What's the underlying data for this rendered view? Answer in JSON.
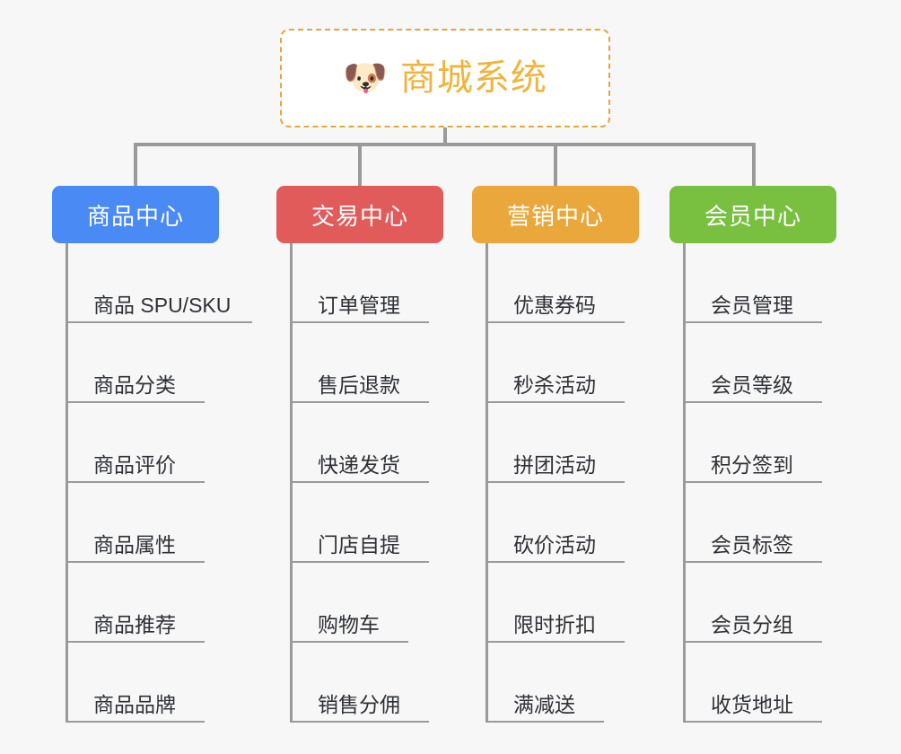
{
  "page": {
    "background_color": "#f7f7f7",
    "connector_color": "#9a9a9a"
  },
  "root": {
    "icon": "dog-face-icon",
    "icon_glyph": "🐶",
    "title": "商城系统",
    "text_color": "#f0b43c",
    "border_color": "#e8a33d"
  },
  "branches": [
    {
      "title": "商品中心",
      "color": "#4a8af4",
      "items": [
        "商品 SPU/SKU",
        "商品分类",
        "商品评价",
        "商品属性",
        "商品推荐",
        "商品品牌"
      ]
    },
    {
      "title": "交易中心",
      "color": "#e15b5b",
      "items": [
        "订单管理",
        "售后退款",
        "快递发货",
        "门店自提",
        "购物车",
        "销售分佣"
      ]
    },
    {
      "title": "营销中心",
      "color": "#eaa83c",
      "items": [
        "优惠券码",
        "秒杀活动",
        "拼团活动",
        "砍价活动",
        "限时折扣",
        "满减送"
      ]
    },
    {
      "title": "会员中心",
      "color": "#79c040",
      "items": [
        "会员管理",
        "会员等级",
        "积分签到",
        "会员标签",
        "会员分组",
        "收货地址"
      ]
    }
  ]
}
